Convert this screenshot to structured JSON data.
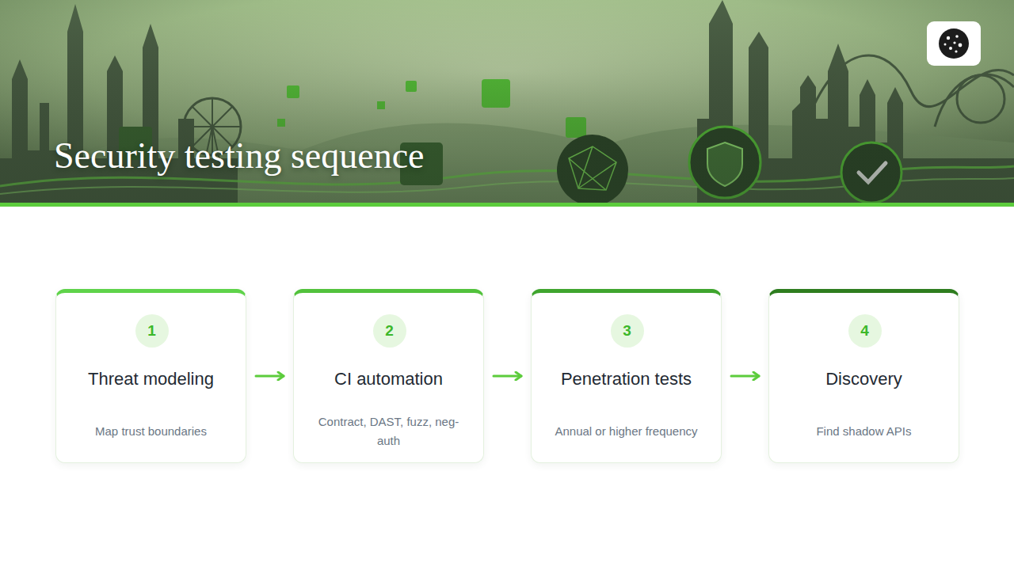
{
  "diagram": {
    "title": "Security testing sequence",
    "nodes": [
      {
        "text": [
          "Threat modeling",
          "Map trust boundaries"
        ]
      },
      {
        "text": [
          "1"
        ],
        "in": 0
      },
      {
        "text": [
          "CI automation",
          "Contract, DAST, fuzz, neg-auth"
        ]
      },
      {
        "text": [
          "2"
        ],
        "in": 2
      },
      {
        "text": [
          "Penetration tests",
          "Annual or higher frequency"
        ]
      },
      {
        "text": [
          "3"
        ],
        "in": 4
      },
      {
        "text": [
          "Discovery",
          "Find shadow APIs"
        ]
      },
      {
        "text": [
          "4"
        ],
        "in": 6
      }
    ],
    "edges": [
      {
        "from": 0,
        "to": 2,
        "arrow": "to"
      },
      {
        "from": 2,
        "to": 4,
        "arrow": "to"
      },
      {
        "from": 4,
        "to": 6,
        "arrow": "to"
      }
    ]
  }
}
